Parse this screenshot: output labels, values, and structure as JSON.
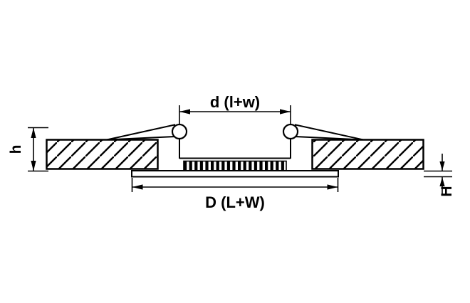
{
  "diagram": {
    "labels": {
      "cutout_dimension": "d (l+w)",
      "overall_dimension": "D (L+W)",
      "recess_depth": "h",
      "flange_thickness": "H"
    },
    "colors": {
      "line": "#000000",
      "background": "#ffffff"
    }
  }
}
